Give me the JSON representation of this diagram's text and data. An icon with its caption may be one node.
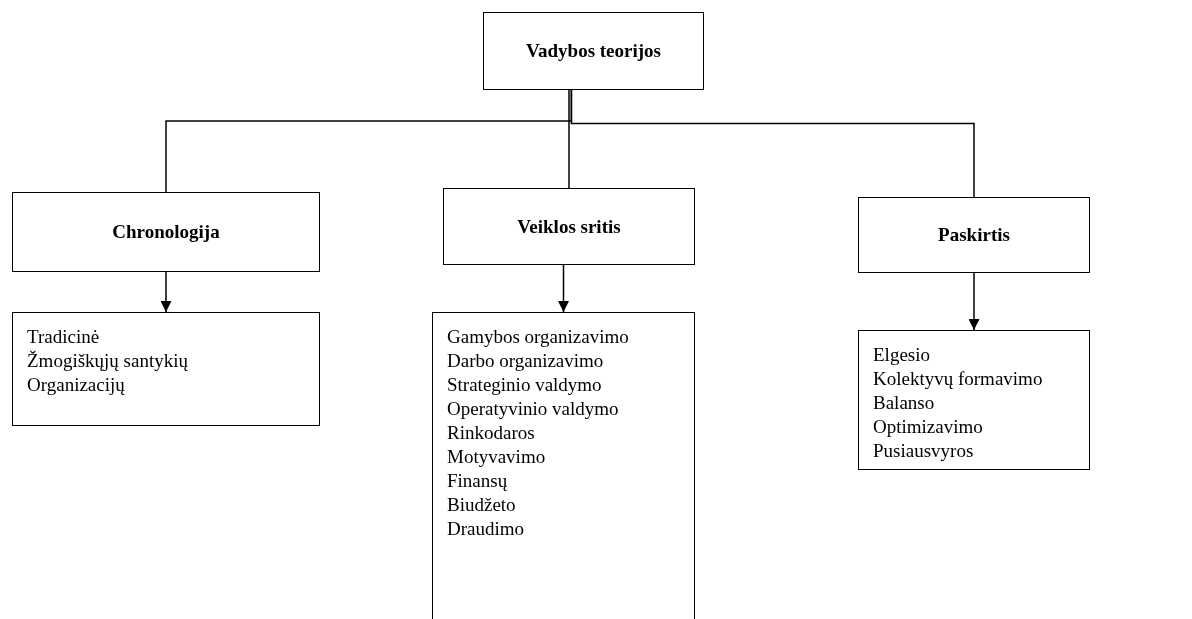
{
  "diagram": {
    "nodes": [
      {
        "text": [
          "Vadybos teorijos"
        ]
      },
      {
        "text": [
          "Chronologija"
        ]
      },
      {
        "text": [
          "Veiklos sritis"
        ]
      },
      {
        "text": [
          "Paskirtis"
        ]
      },
      {
        "text": [
          "Tradicinė",
          "Žmogiškųjų santykių",
          "Organizacijų"
        ]
      },
      {
        "text": [
          "Gamybos organizavimo",
          "Darbo organizavimo",
          "Strateginio valdymo",
          "Operatyvinio valdymo",
          "Rinkodaros",
          "Motyvavimo",
          "Finansų",
          "Biudžeto",
          "Draudimo"
        ]
      },
      {
        "text": [
          "Elgesio",
          "Kolektyvų formavimo",
          "Balanso",
          "Optimizavimo",
          "Pusiausvyros"
        ]
      }
    ],
    "edges": [
      {
        "from": 0,
        "to": 1,
        "arrow": "none"
      },
      {
        "from": 0,
        "to": 2,
        "arrow": "none"
      },
      {
        "from": 0,
        "to": 3,
        "arrow": "none"
      },
      {
        "from": 1,
        "to": 4,
        "arrow": "to"
      },
      {
        "from": 2,
        "to": 5,
        "arrow": "to"
      },
      {
        "from": 3,
        "to": 6,
        "arrow": "to"
      }
    ]
  }
}
